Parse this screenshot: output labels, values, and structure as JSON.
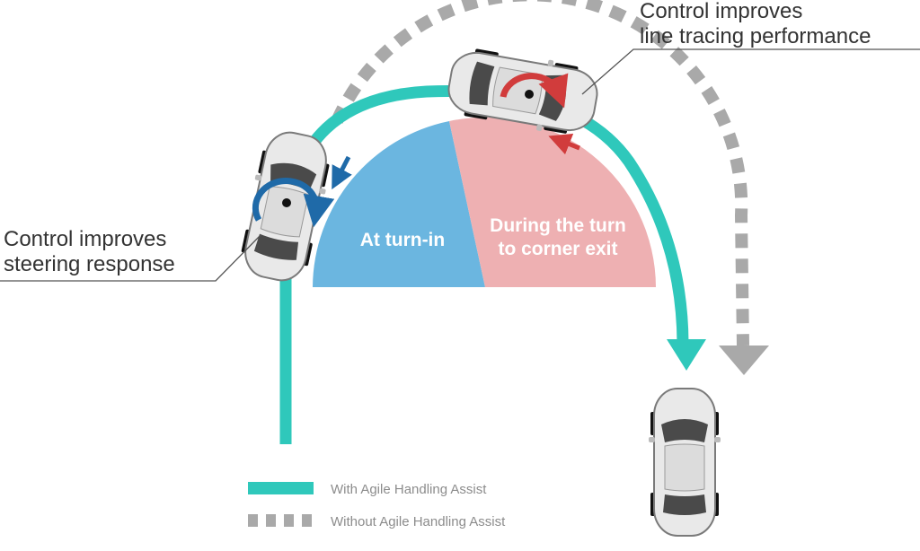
{
  "callouts": {
    "top_line1": "Control improves",
    "top_line2": "line tracing performance",
    "left_line1": "Control improves",
    "left_line2": "steering response"
  },
  "zones": {
    "turn_in": "At turn-in",
    "turn_exit_line1": "During the turn",
    "turn_exit_line2": "to corner exit"
  },
  "legend": {
    "with_label": "With Agile Handling Assist",
    "without_label": "Without Agile Handling Assist"
  },
  "colors": {
    "with_path": "#2fc8bb",
    "without_path": "#a9a9a9",
    "turn_in_zone": "#6bb6e0",
    "exit_zone": "#eeb0b2",
    "blue_arrow": "#1f6aa8",
    "red_arrow": "#d13c3c",
    "car_body": "#e9e9e9",
    "car_glass": "#4a4a4a"
  },
  "icons": [
    "car-icon",
    "rotation-arrow-icon",
    "steering-arrow-icon"
  ]
}
